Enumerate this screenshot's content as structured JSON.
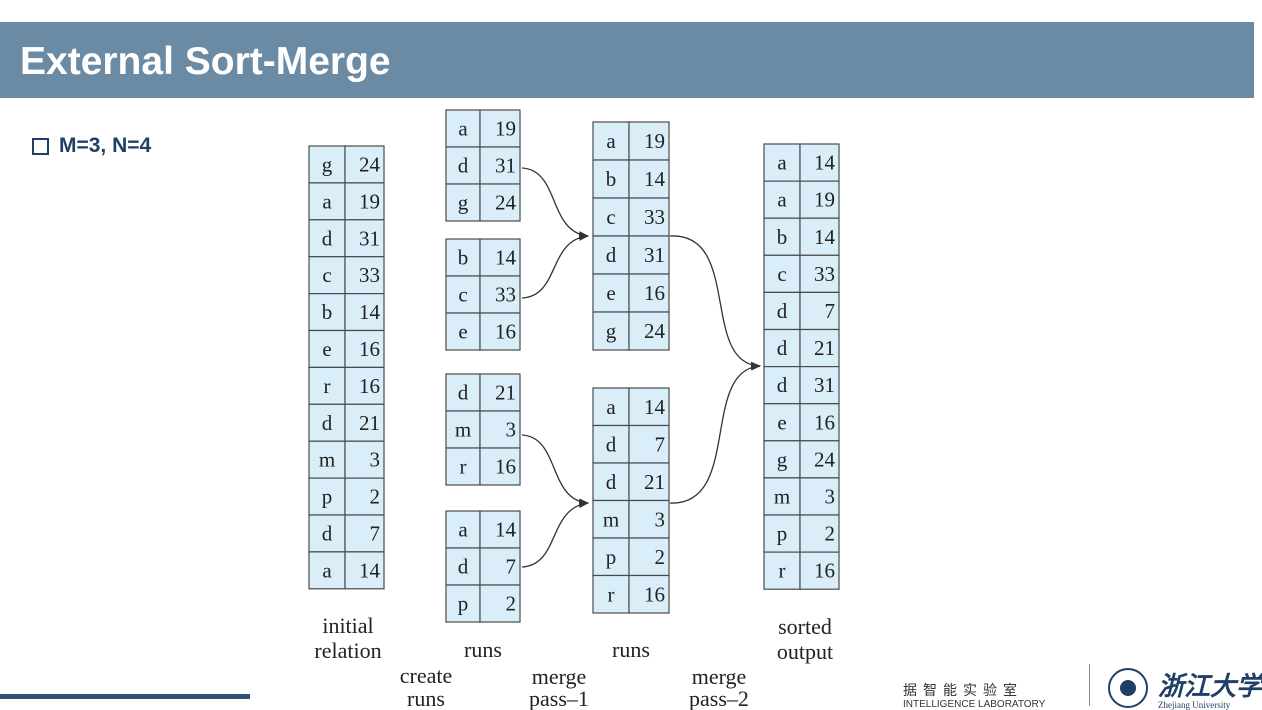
{
  "header": {
    "title": "External Sort-Merge"
  },
  "bullet": {
    "text": "M=3, N=4"
  },
  "diagram": {
    "initial_relation": [
      [
        "g",
        "24"
      ],
      [
        "a",
        "19"
      ],
      [
        "d",
        "31"
      ],
      [
        "c",
        "33"
      ],
      [
        "b",
        "14"
      ],
      [
        "e",
        "16"
      ],
      [
        "r",
        "16"
      ],
      [
        "d",
        "21"
      ],
      [
        "m",
        "3"
      ],
      [
        "p",
        "2"
      ],
      [
        "d",
        "7"
      ],
      [
        "a",
        "14"
      ]
    ],
    "runs1": [
      [
        [
          "a",
          "19"
        ],
        [
          "d",
          "31"
        ],
        [
          "g",
          "24"
        ]
      ],
      [
        [
          "b",
          "14"
        ],
        [
          "c",
          "33"
        ],
        [
          "e",
          "16"
        ]
      ],
      [
        [
          "d",
          "21"
        ],
        [
          "m",
          "3"
        ],
        [
          "r",
          "16"
        ]
      ],
      [
        [
          "a",
          "14"
        ],
        [
          "d",
          "7"
        ],
        [
          "p",
          "2"
        ]
      ]
    ],
    "runs2": [
      [
        [
          "a",
          "19"
        ],
        [
          "b",
          "14"
        ],
        [
          "c",
          "33"
        ],
        [
          "d",
          "31"
        ],
        [
          "e",
          "16"
        ],
        [
          "g",
          "24"
        ]
      ],
      [
        [
          "a",
          "14"
        ],
        [
          "d",
          "7"
        ],
        [
          "d",
          "21"
        ],
        [
          "m",
          "3"
        ],
        [
          "p",
          "2"
        ],
        [
          "r",
          "16"
        ]
      ]
    ],
    "sorted_output": [
      [
        "a",
        "14"
      ],
      [
        "a",
        "19"
      ],
      [
        "b",
        "14"
      ],
      [
        "c",
        "33"
      ],
      [
        "d",
        "7"
      ],
      [
        "d",
        "21"
      ],
      [
        "d",
        "31"
      ],
      [
        "e",
        "16"
      ],
      [
        "g",
        "24"
      ],
      [
        "m",
        "3"
      ],
      [
        "p",
        "2"
      ],
      [
        "r",
        "16"
      ]
    ],
    "labels": {
      "initial_1": "initial",
      "initial_2": "relation",
      "runs_a": "runs",
      "runs_b": "runs",
      "sorted_1": "sorted",
      "sorted_2": "output",
      "create_1": "create",
      "create_2": "runs",
      "merge1_1": "merge",
      "merge1_2": "pass–1",
      "merge2_1": "merge",
      "merge2_2": "pass–2"
    }
  },
  "logo": {
    "lab_cn": "据智能实验室",
    "lab_en": "INTELLIGENCE LABORATORY",
    "univ_cn": "浙江大学",
    "univ_en": "Zhejiang University"
  }
}
